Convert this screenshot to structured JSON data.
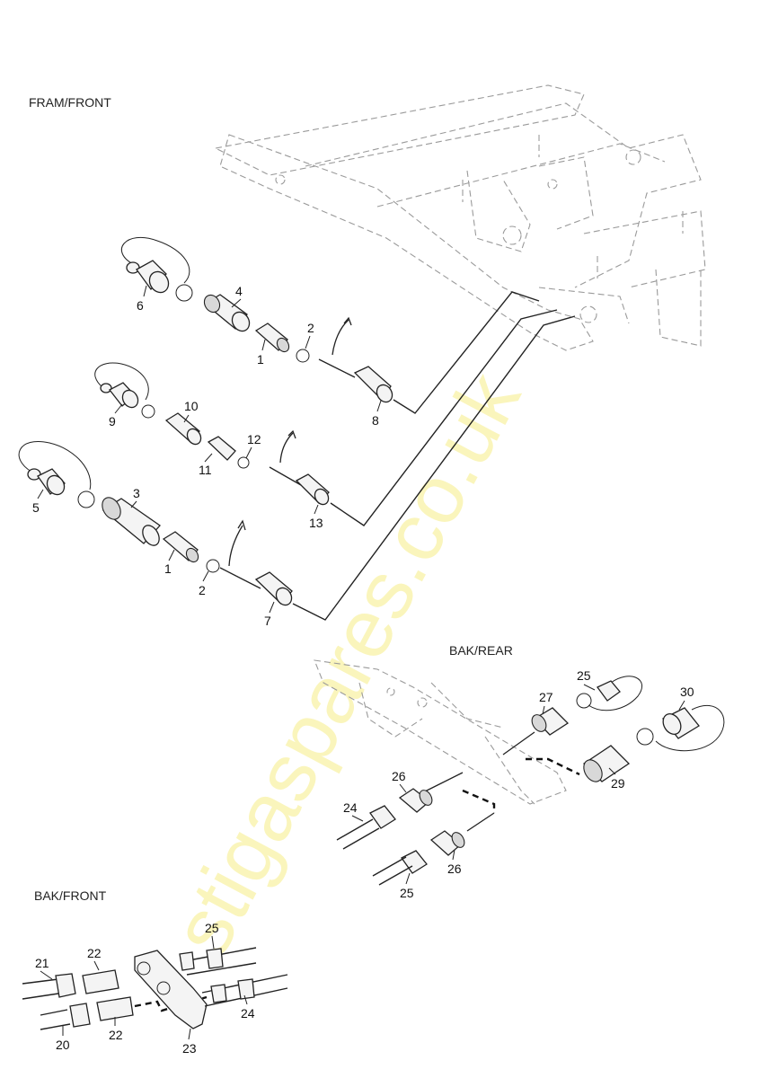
{
  "watermark": "stigaspares.co.uk",
  "sections": {
    "frame_front": "FRAM/FRONT",
    "rear": "BAK/REAR",
    "rear_front": "BAK/FRONT"
  },
  "callouts": {
    "c6": "6",
    "c4": "4",
    "c1a": "1",
    "c2a": "2",
    "c8": "8",
    "c9": "9",
    "c10": "10",
    "c11": "11",
    "c12": "12",
    "c13": "13",
    "c5": "5",
    "c3": "3",
    "c1b": "1",
    "c2b": "2",
    "c7": "7",
    "c25a": "25",
    "c27": "27",
    "c30": "30",
    "c26a": "26",
    "c29": "29",
    "c24a": "24",
    "c26b": "26",
    "c25b": "25",
    "c25c": "25",
    "c22a": "22",
    "c21": "21",
    "c24b": "24",
    "c22b": "22",
    "c20": "20",
    "c23": "23"
  }
}
